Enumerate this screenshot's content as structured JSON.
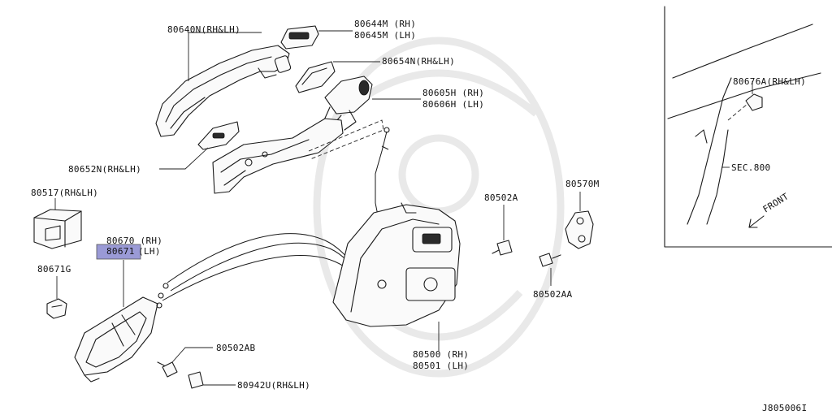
{
  "diagram": {
    "image_code": "J805006I",
    "front_label": "FRONT",
    "callouts": {
      "c80640n": "80640N(RH&LH)",
      "c80644m": "80644M (RH)",
      "c80645m": "80645M (LH)",
      "c80654n": "80654N(RH&LH)",
      "c80605h": "80605H (RH)",
      "c80606h": "80606H (LH)",
      "c80652n": "80652N(RH&LH)",
      "c80517": "80517(RH&LH)",
      "c80670": "80670 (RH)",
      "c80671_num": "80671",
      "c80671_side": " (LH)",
      "c80671g": "80671G",
      "c80502ab": "80502AB",
      "c80942u": "80942U(RH&LH)",
      "c80500": "80500 (RH)",
      "c80501": "80501 (LH)",
      "c80502a": "80502A",
      "c80570m": "80570M",
      "c80502aa": "80502AA",
      "c80676a": "80676A(RH&LH)",
      "sec800": "SEC.800"
    },
    "highlight_color": "#9a9ad6"
  }
}
